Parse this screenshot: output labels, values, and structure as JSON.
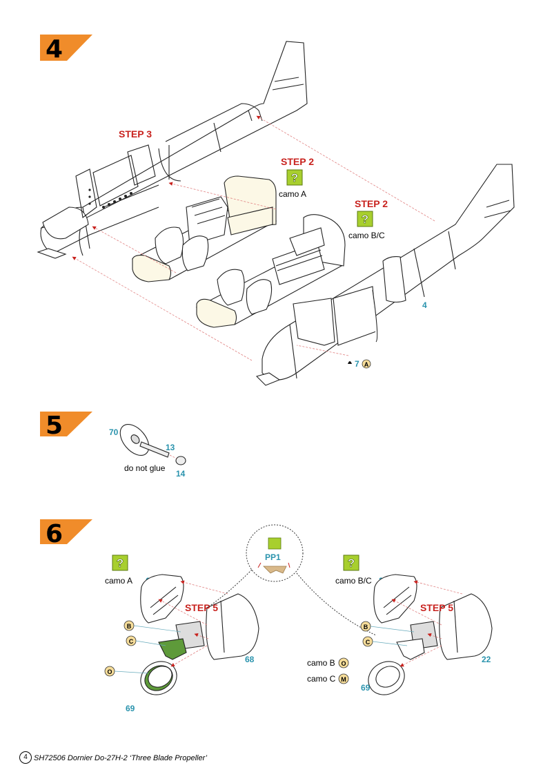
{
  "page_number": "4",
  "footer": "SH72506 Dornier Do-27H-2 ‘Three Blade Propeller’",
  "colors": {
    "orange": "#f08c2a",
    "red": "#c8221e",
    "cyan": "#2a93ad",
    "lime": "#a8cf2e",
    "cream": "#fcf8e6",
    "green": "#5e9a3a",
    "tan": "#d9b98a"
  },
  "step4": {
    "number": "4",
    "step3_label": "STEP 3",
    "step2a_label": "STEP 2",
    "camo_a": "camo A",
    "step2b_label": "STEP 2",
    "camo_bc": "camo B/C",
    "part_4": "4",
    "part_7": "7",
    "decal_a": "A",
    "question_icon": "question-box-icon"
  },
  "step5": {
    "number": "5",
    "part_70": "70",
    "part_13": "13",
    "part_14": "14",
    "note": "do not glue"
  },
  "step6": {
    "number": "6",
    "left": {
      "camo": "camo A",
      "part_67": "67",
      "step5_label": "STEP 5",
      "decal_b": "B",
      "decal_c": "C",
      "decal_o": "O",
      "part_69": "69",
      "part_68": "68"
    },
    "pp1_label": "PP1",
    "right": {
      "camo": "camo B/C",
      "part_23": "23",
      "step5_label": "STEP 5",
      "decal_b": "B",
      "decal_c": "C",
      "camo_b": "camo B",
      "decal_o": "O",
      "camo_c": "camo C",
      "decal_m": "M",
      "part_69": "69",
      "part_22": "22"
    }
  }
}
